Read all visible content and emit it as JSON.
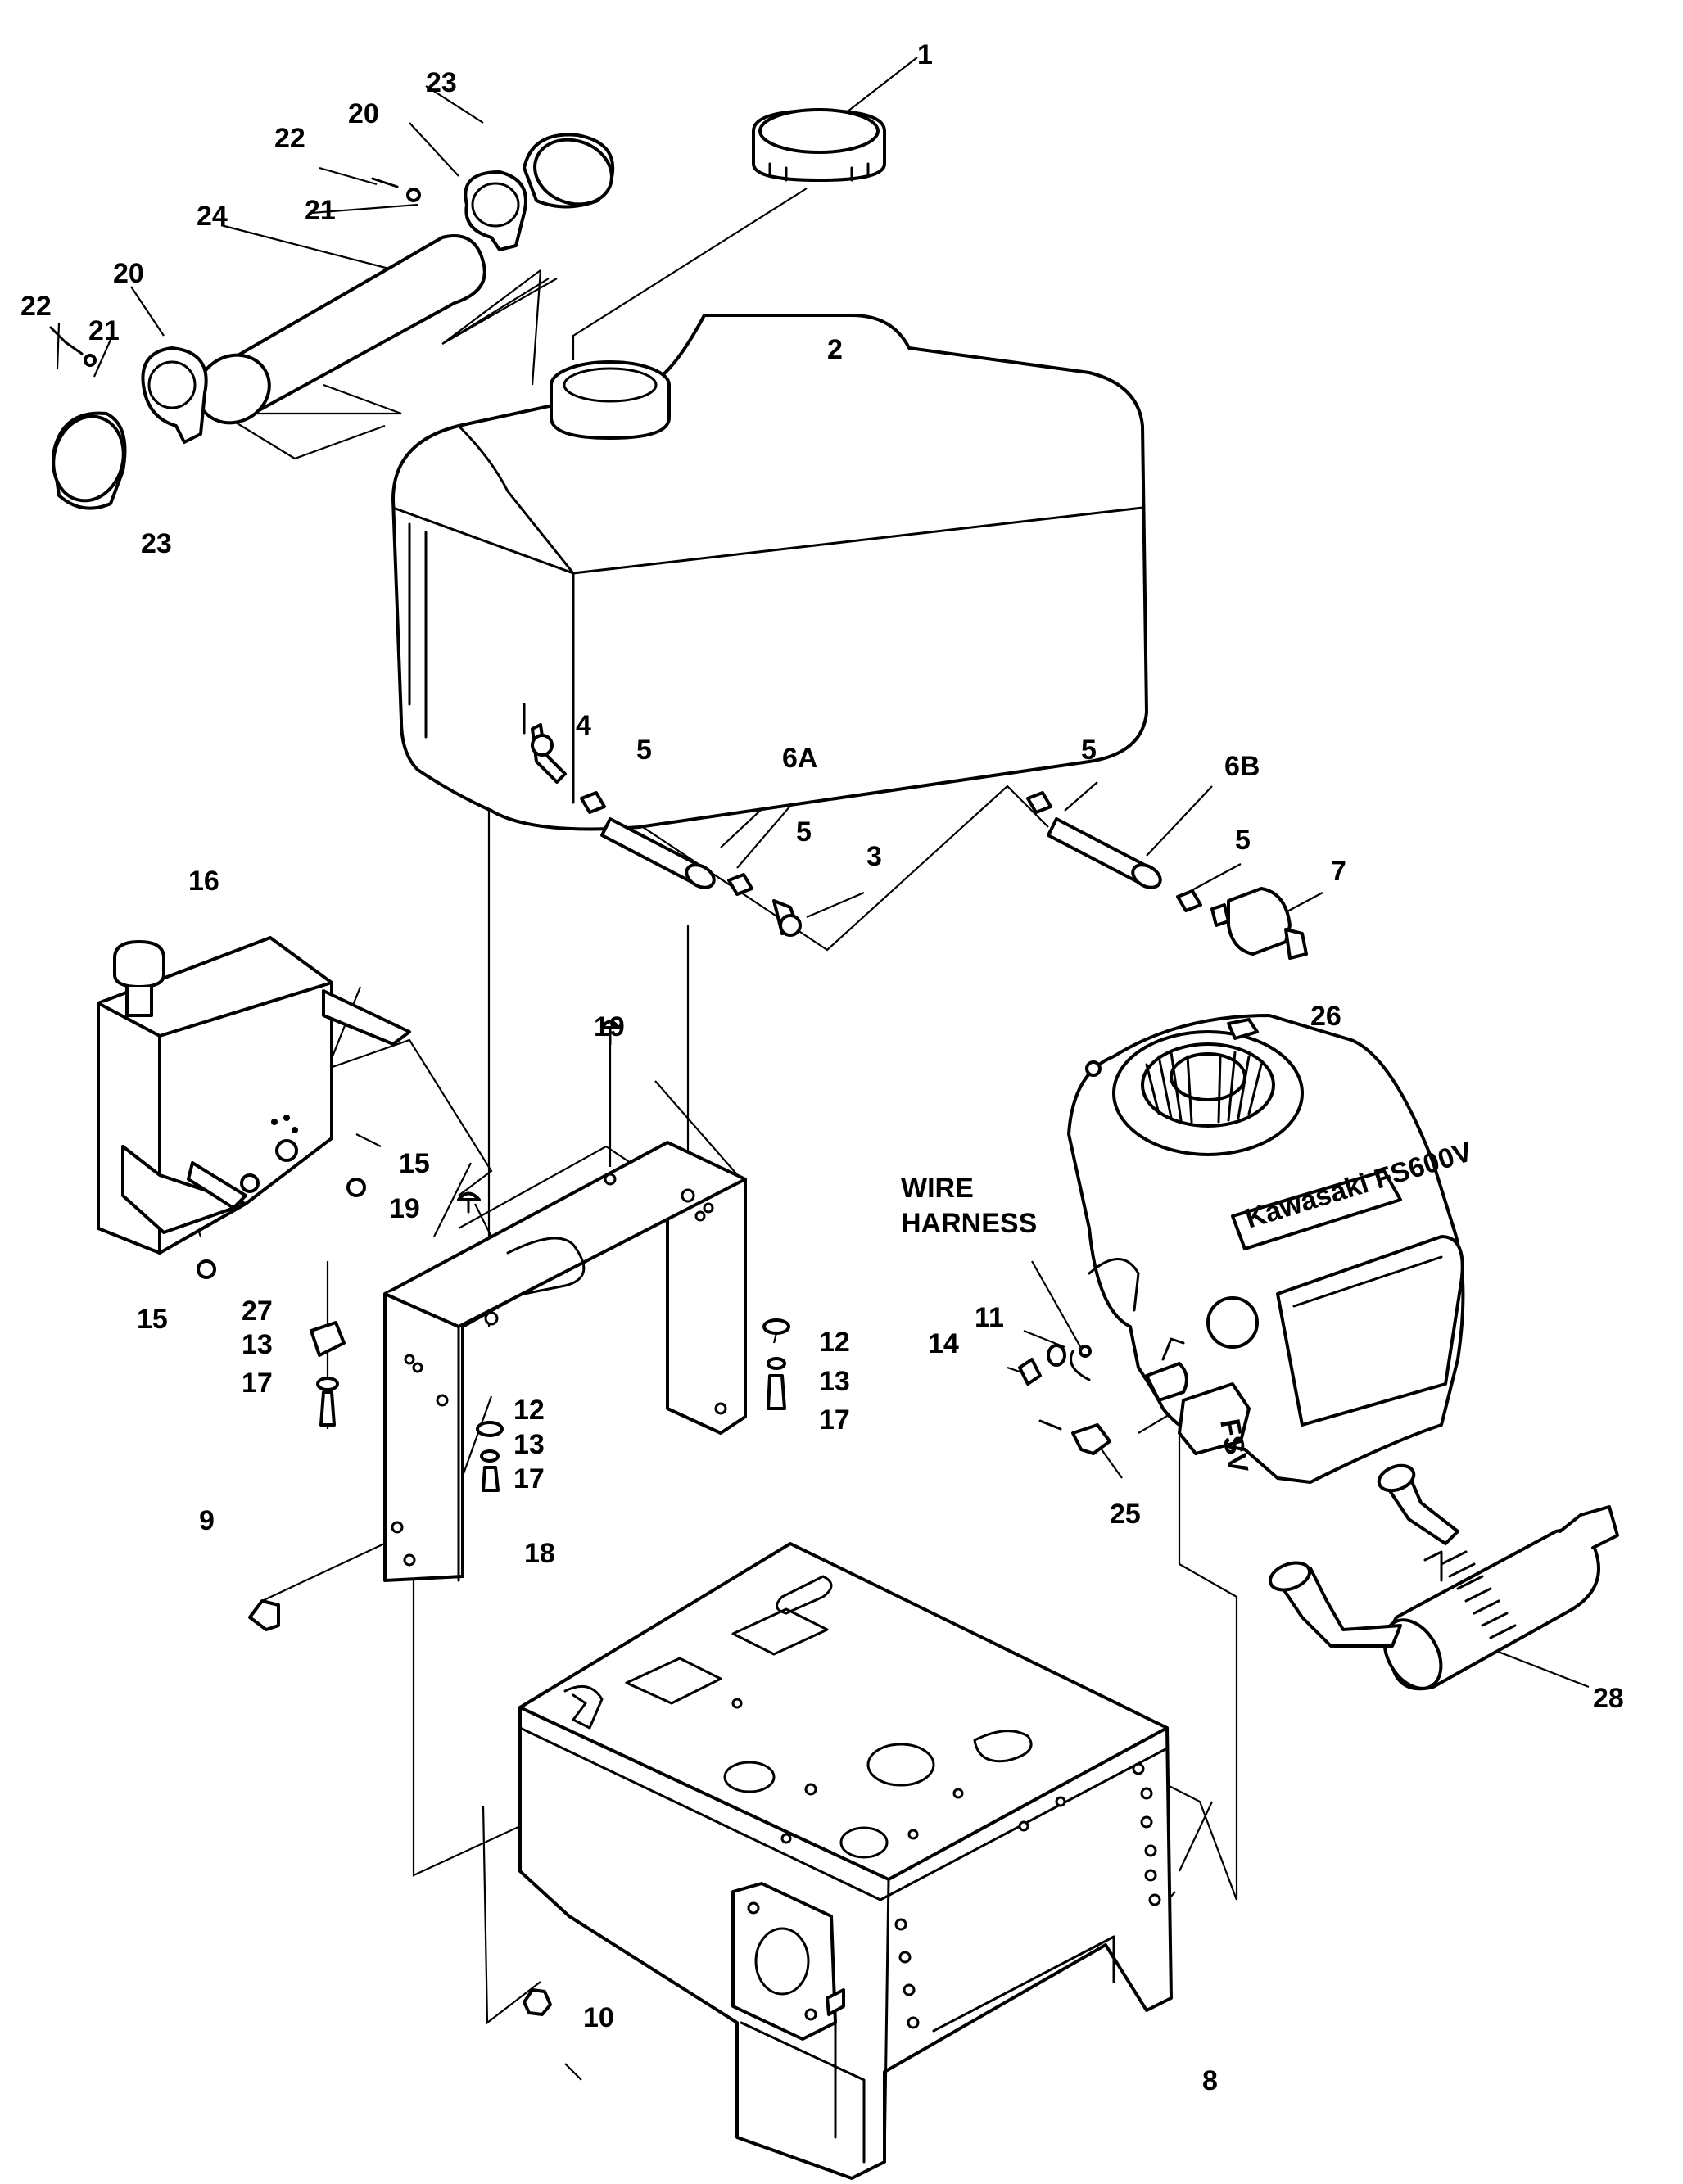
{
  "diagram": {
    "callouts": [
      {
        "id": "c1",
        "text": "1"
      },
      {
        "id": "c2",
        "text": "2"
      },
      {
        "id": "c3",
        "text": "3"
      },
      {
        "id": "c4",
        "text": "4"
      },
      {
        "id": "c5a",
        "text": "5"
      },
      {
        "id": "c5b",
        "text": "5"
      },
      {
        "id": "c5c",
        "text": "5"
      },
      {
        "id": "c5d",
        "text": "5"
      },
      {
        "id": "c6a",
        "text": "6A"
      },
      {
        "id": "c6b",
        "text": "6B"
      },
      {
        "id": "c7",
        "text": "7"
      },
      {
        "id": "c8",
        "text": "8"
      },
      {
        "id": "c9",
        "text": "9"
      },
      {
        "id": "c10",
        "text": "10"
      },
      {
        "id": "c11",
        "text": "11"
      },
      {
        "id": "c12a",
        "text": "12"
      },
      {
        "id": "c12b",
        "text": "12"
      },
      {
        "id": "c13a",
        "text": "13"
      },
      {
        "id": "c13b",
        "text": "13"
      },
      {
        "id": "c13c",
        "text": "13"
      },
      {
        "id": "c14",
        "text": "14"
      },
      {
        "id": "c15a",
        "text": "15"
      },
      {
        "id": "c15b",
        "text": "15"
      },
      {
        "id": "c16",
        "text": "16"
      },
      {
        "id": "c17a",
        "text": "17"
      },
      {
        "id": "c17b",
        "text": "17"
      },
      {
        "id": "c17c",
        "text": "17"
      },
      {
        "id": "c18",
        "text": "18"
      },
      {
        "id": "c19a",
        "text": "19"
      },
      {
        "id": "c19b",
        "text": "19"
      },
      {
        "id": "c20a",
        "text": "20"
      },
      {
        "id": "c20b",
        "text": "20"
      },
      {
        "id": "c21a",
        "text": "21"
      },
      {
        "id": "c21b",
        "text": "21"
      },
      {
        "id": "c22a",
        "text": "22"
      },
      {
        "id": "c22b",
        "text": "22"
      },
      {
        "id": "c23a",
        "text": "23"
      },
      {
        "id": "c23b",
        "text": "23"
      },
      {
        "id": "c24",
        "text": "24"
      },
      {
        "id": "c25",
        "text": "25"
      },
      {
        "id": "c26",
        "text": "26"
      },
      {
        "id": "c27",
        "text": "27"
      },
      {
        "id": "c28",
        "text": "28"
      }
    ],
    "wire_harness": {
      "line1": "WIRE",
      "line2": "HARNESS"
    },
    "engine_brand": "Kawasaki FS600V",
    "engine_badge": "FSV"
  }
}
